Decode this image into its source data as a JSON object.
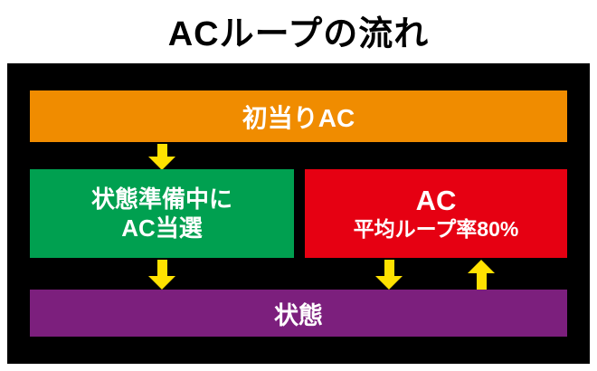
{
  "title": "ACループの流れ",
  "flow": {
    "first_hit_ac": "初当りAC",
    "state_prep_line1": "状態準備中に",
    "state_prep_line2": "AC当選",
    "ac_label": "AC",
    "ac_loop_rate": "平均ループ率80%",
    "state_label": "状態"
  },
  "colors": {
    "orange": "#f08c00",
    "green": "#00a050",
    "red": "#e60012",
    "purple": "#7c1f7d",
    "arrow_yellow": "#ffe100",
    "panel_black": "#000000",
    "text_white": "#ffffff",
    "title_black": "#000000"
  }
}
